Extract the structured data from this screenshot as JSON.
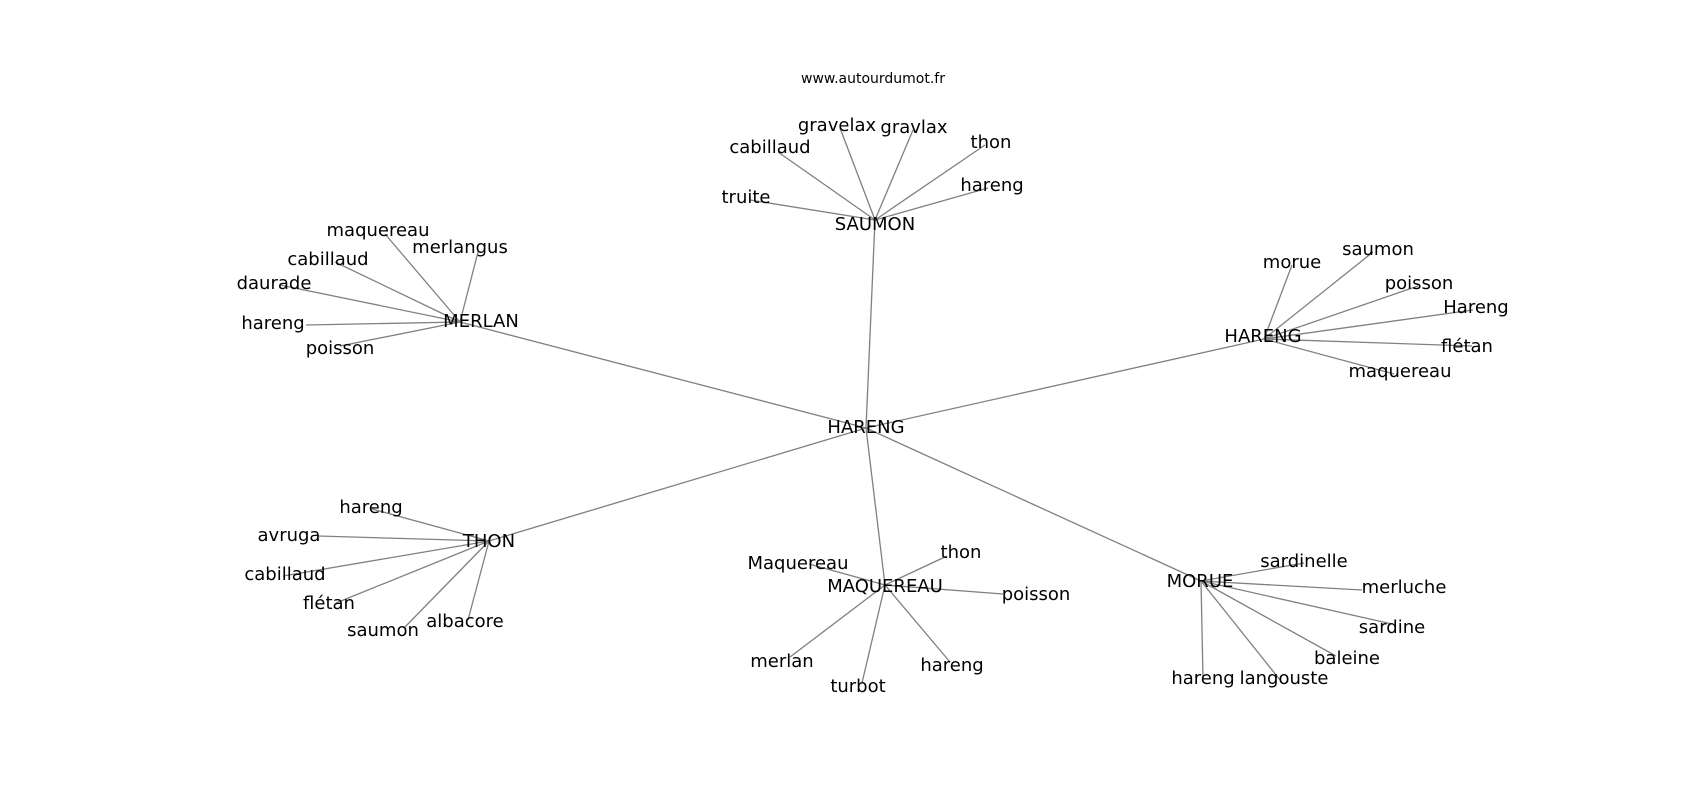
{
  "site": "www.autourdumot.fr",
  "center": "HARENG",
  "clusters": [
    {
      "label": "SAUMON",
      "words": [
        "truite",
        "cabillaud",
        "gravelax",
        "gravlax",
        "thon",
        "hareng"
      ]
    },
    {
      "label": "MERLAN",
      "words": [
        "maquereau",
        "cabillaud",
        "merlangus",
        "daurade",
        "hareng",
        "poisson"
      ]
    },
    {
      "label": "HARENG",
      "words": [
        "morue",
        "saumon",
        "poisson",
        "Hareng",
        "flétan",
        "maquereau"
      ]
    },
    {
      "label": "THON",
      "words": [
        "hareng",
        "avruga",
        "cabillaud",
        "flétan",
        "saumon",
        "albacore"
      ]
    },
    {
      "label": "MAQUEREAU",
      "words": [
        "Maquereau",
        "thon",
        "poisson",
        "merlan",
        "turbot",
        "hareng"
      ]
    },
    {
      "label": "MORUE",
      "words": [
        "sardinelle",
        "merluche",
        "sardine",
        "baleine",
        "langouste",
        "hareng"
      ]
    }
  ]
}
